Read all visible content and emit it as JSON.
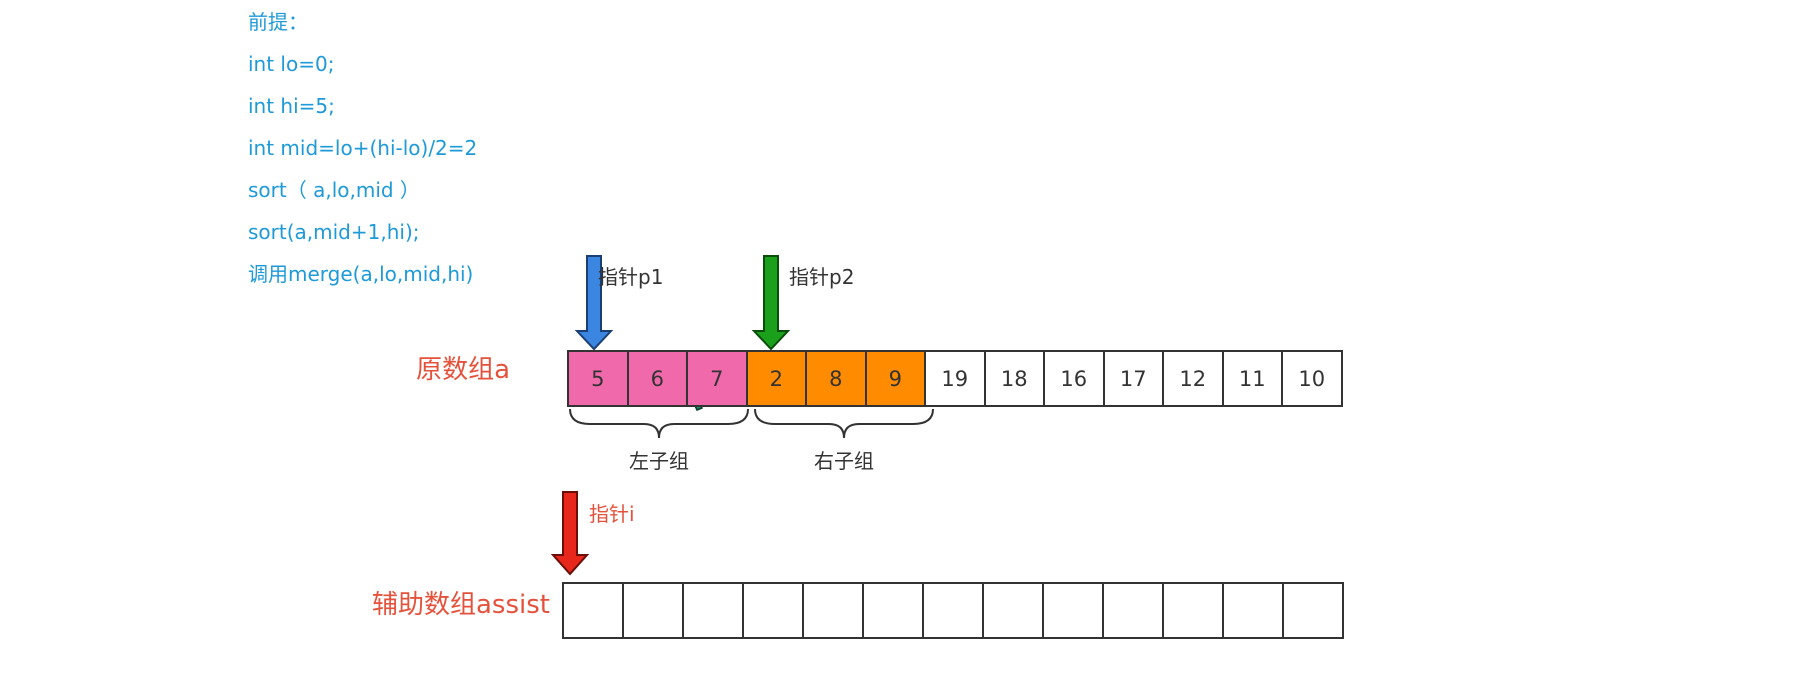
{
  "code": {
    "lines": [
      "前提：",
      "int lo=0;",
      "int hi=5;",
      "int mid=lo+(hi-lo)/2=2",
      "sort（ a,lo,mid ）",
      "sort(a,mid+1,hi);",
      "调用merge(a,lo,mid,hi)"
    ]
  },
  "pointers": {
    "p1": {
      "label": "指针p1",
      "color": "#3b86e0"
    },
    "p2": {
      "label": "指针p2",
      "color": "#1aa01a"
    },
    "i": {
      "label": "指针i",
      "color": "#e8271c"
    }
  },
  "original_array": {
    "label": "原数组a",
    "cells": [
      {
        "value": "5",
        "group": "left"
      },
      {
        "value": "6",
        "group": "left"
      },
      {
        "value": "7",
        "group": "left"
      },
      {
        "value": "2",
        "group": "right"
      },
      {
        "value": "8",
        "group": "right"
      },
      {
        "value": "9",
        "group": "right"
      },
      {
        "value": "19",
        "group": ""
      },
      {
        "value": "18",
        "group": ""
      },
      {
        "value": "16",
        "group": ""
      },
      {
        "value": "17",
        "group": ""
      },
      {
        "value": "12",
        "group": ""
      },
      {
        "value": "11",
        "group": ""
      },
      {
        "value": "10",
        "group": ""
      }
    ]
  },
  "groups": {
    "left": {
      "label": "左子组",
      "color": "#f06aab"
    },
    "right": {
      "label": "右子组",
      "color": "#ff8c00"
    }
  },
  "assist_array": {
    "label": "辅助数组assist",
    "cells": [
      "",
      "",
      "",
      "",
      "",
      "",
      "",
      "",
      "",
      "",
      "",
      "",
      ""
    ]
  },
  "cursor": {
    "color": "#1a8f6a"
  }
}
